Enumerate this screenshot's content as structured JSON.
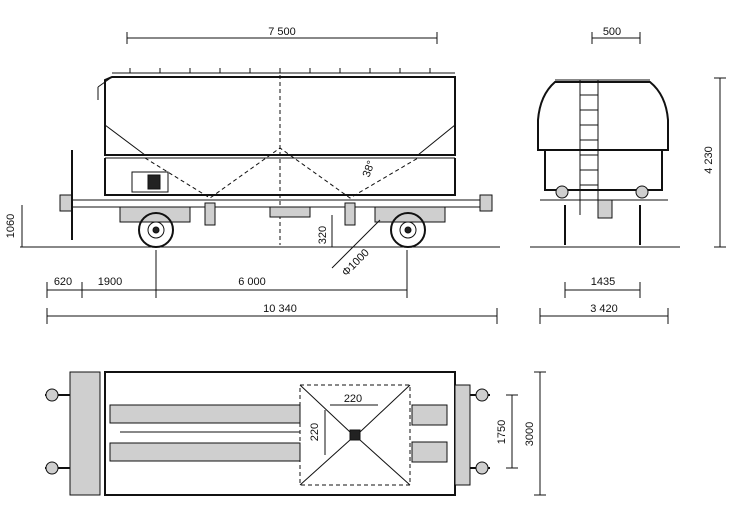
{
  "side_view": {
    "dim_body_length": "7 500",
    "dim_buffer_height": "1060",
    "dim_clearance": "320",
    "dim_wheel_diameter": "Φ1000",
    "dim_hopper_angle": "38°",
    "dim_overhang": "620",
    "dim_end_to_bogie": "1900",
    "dim_bogie_spacing": "6 000",
    "dim_total_length": "10 340"
  },
  "end_view": {
    "dim_top_width": "500",
    "dim_height": "4 230",
    "dim_gauge": "1435",
    "dim_width": "3 420"
  },
  "plan_view": {
    "dim_opening_width": "220",
    "dim_opening_height": "220",
    "dim_inner": "1750",
    "dim_outer": "3000"
  }
}
